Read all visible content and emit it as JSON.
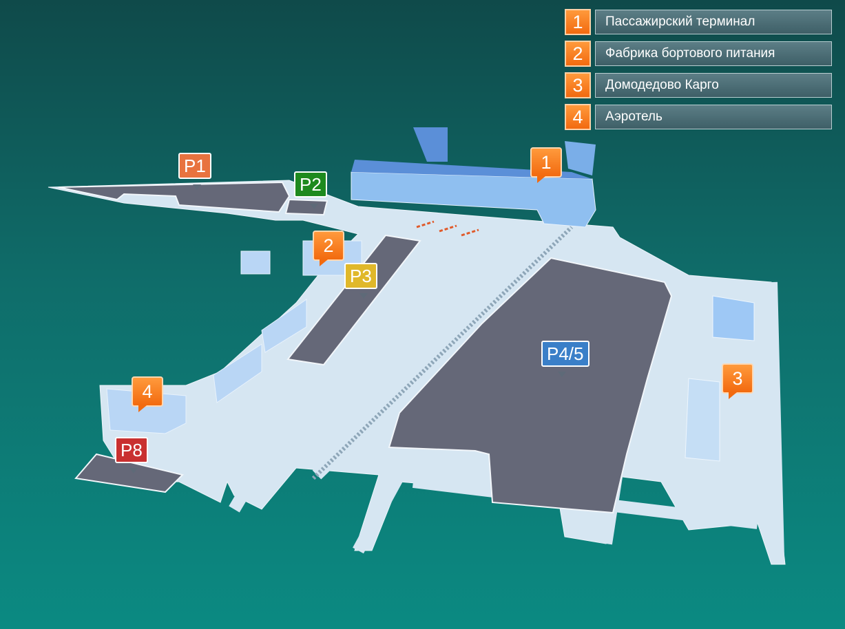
{
  "legend": [
    {
      "num": "1",
      "label": "Пассажирский терминал"
    },
    {
      "num": "2",
      "label": "Фабрика бортового питания"
    },
    {
      "num": "3",
      "label": "Домодедово Карго"
    },
    {
      "num": "4",
      "label": "Аэротель"
    }
  ],
  "markers": {
    "building_1": "1",
    "building_2": "2",
    "building_3": "3",
    "building_4": "4"
  },
  "parking": {
    "p1": "P1",
    "p2": "P2",
    "p3": "P3",
    "p45": "P4/5",
    "p8": "P8"
  },
  "colors": {
    "p1": "#e8733f",
    "p2": "#1e8a1e",
    "p3": "#e0b82a",
    "p45": "#3a7fc8",
    "p8": "#c93030",
    "marker": "#f57a1c",
    "lot": "#656878",
    "road": "#d6e6f2",
    "building": "#9ec8f5"
  }
}
